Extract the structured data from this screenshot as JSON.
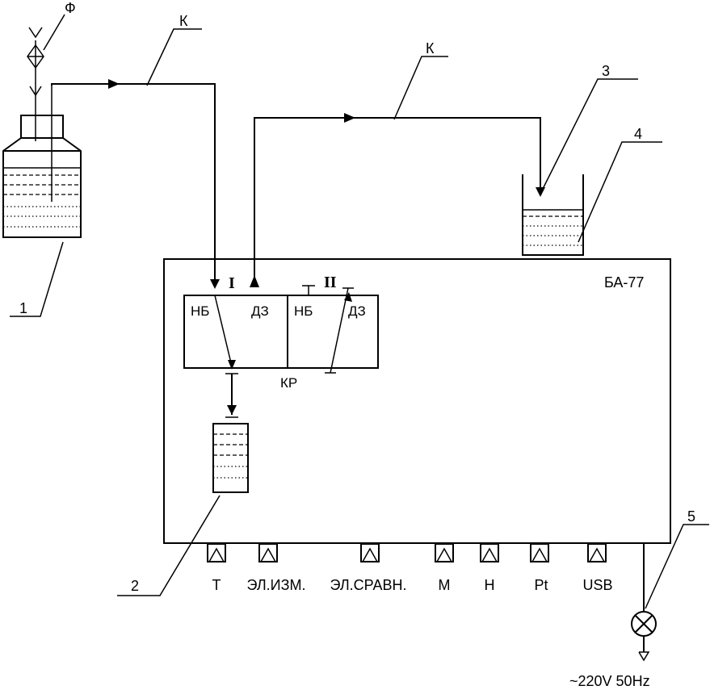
{
  "labels": {
    "filter": "Ф",
    "capillary_1": "К",
    "capillary_2": "К",
    "num_1": "1",
    "num_2": "2",
    "num_3": "3",
    "num_4": "4",
    "num_5": "5",
    "device": "БА-77",
    "channel_1": "I",
    "channel_2": "II",
    "nb_1": "НБ",
    "dz_1": "ДЗ",
    "nb_2": "НБ",
    "dz_2": "ДЗ",
    "valve": "КР",
    "power": "~220V 50Hz"
  },
  "ports": [
    {
      "label": "T"
    },
    {
      "label": "ЭЛ.ИЗМ."
    },
    {
      "label": "ЭЛ.СРАВН."
    },
    {
      "label": "M"
    },
    {
      "label": "H"
    },
    {
      "label": "Pt"
    },
    {
      "label": "USB"
    }
  ]
}
